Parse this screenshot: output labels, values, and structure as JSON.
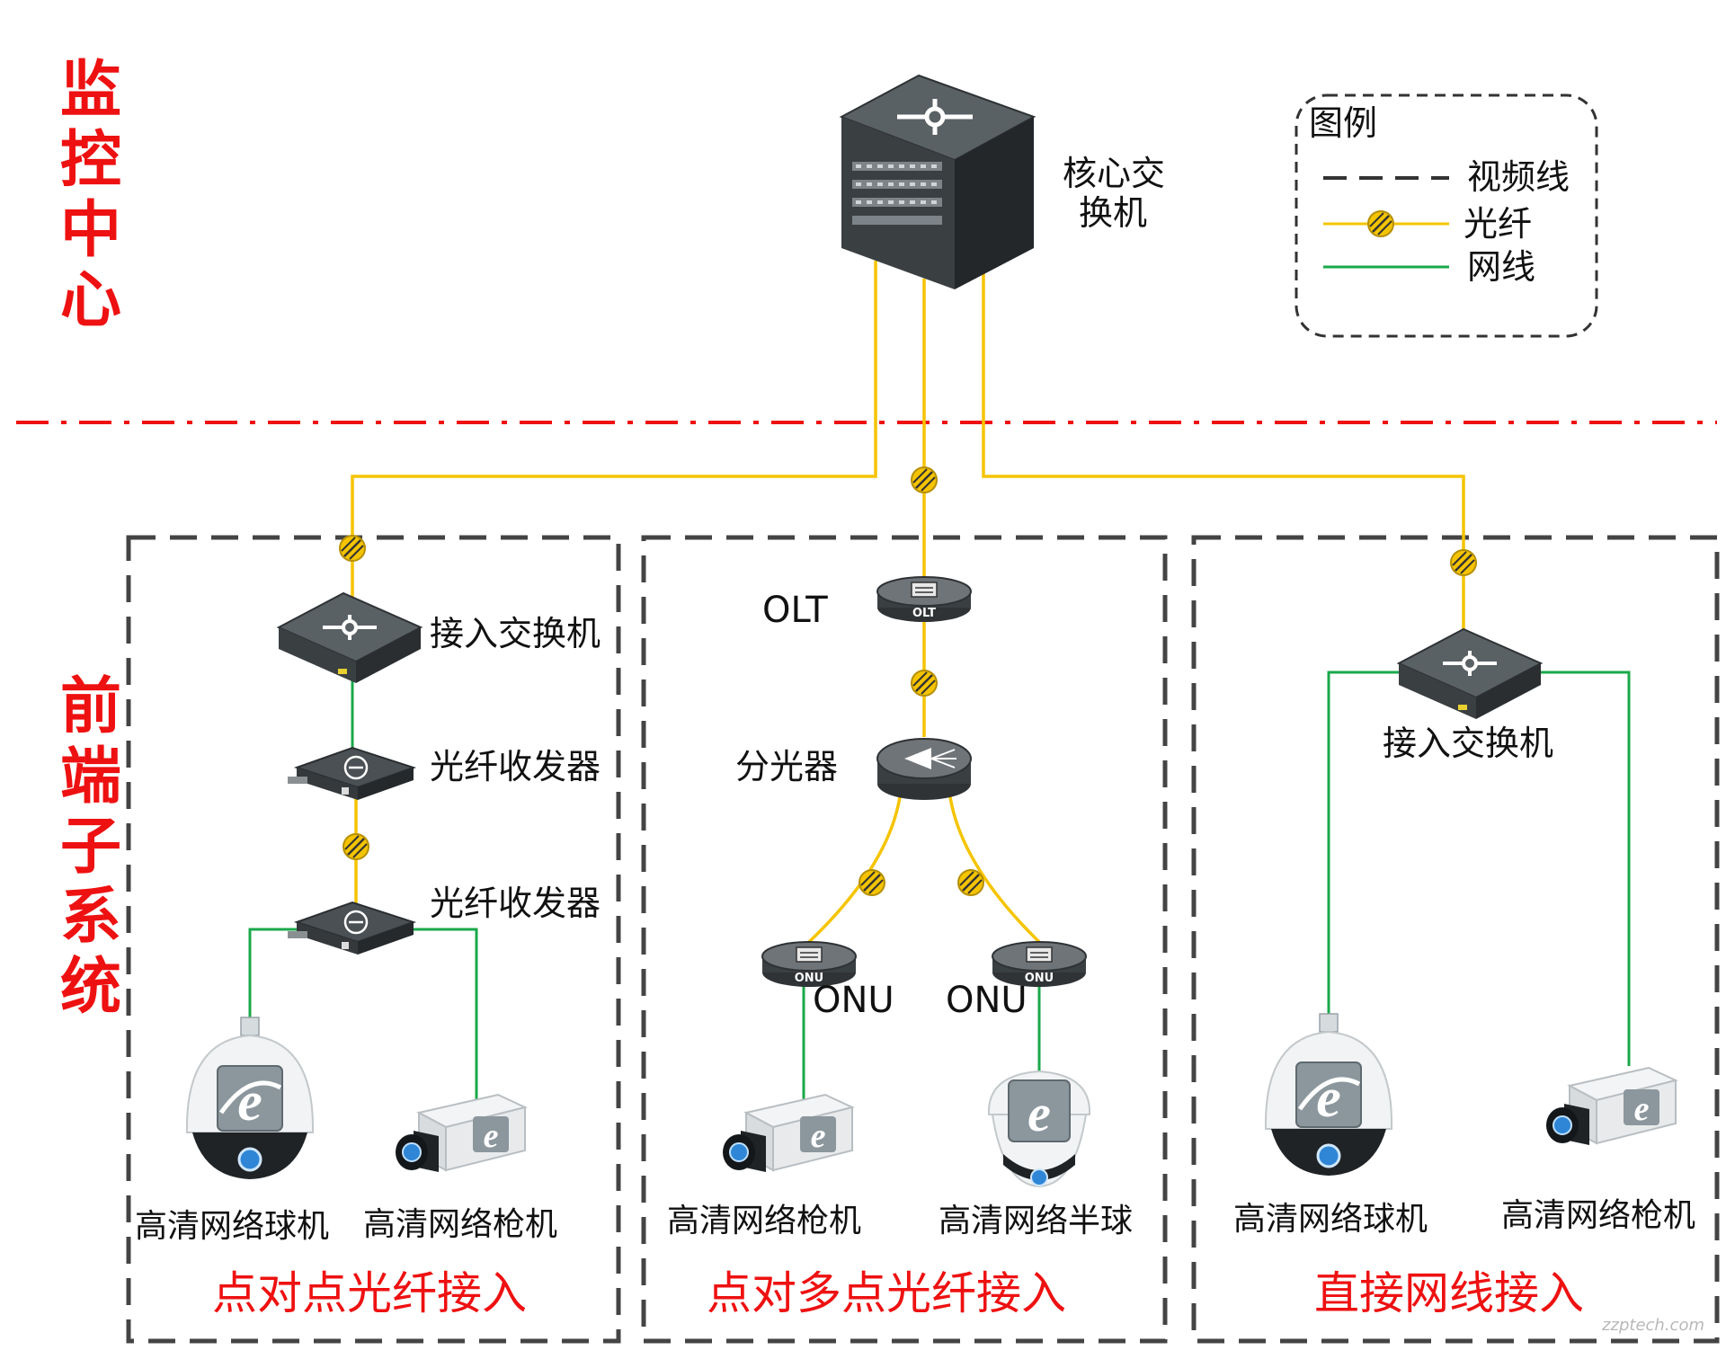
{
  "zones": {
    "monitoring_center": "监\n控\n中\n心",
    "front_subsystem": "前\n端\n子\n系\n统"
  },
  "core_switch": {
    "label_line1": "核心交",
    "label_line2": "换机"
  },
  "legend": {
    "title": "图例",
    "items": [
      {
        "label": "视频线",
        "style": "dashed",
        "color": "#333333"
      },
      {
        "label": "光纤",
        "style": "fiber",
        "color": "#f5c400"
      },
      {
        "label": "网线",
        "style": "cable",
        "color": "#1aa84a"
      }
    ]
  },
  "sections": {
    "p2p": {
      "title": "点对点光纤接入",
      "access_switch": "接入交换机",
      "transceiver_1": "光纤收发器",
      "transceiver_2": "光纤收发器",
      "camera_dome": "高清网络球机",
      "camera_gun": "高清网络枪机"
    },
    "p2mp": {
      "title": "点对多点光纤接入",
      "olt": "OLT",
      "olt_badge": "OLT",
      "splitter": "分光器",
      "onu_left": "ONU",
      "onu_right": "ONU",
      "onu_badge": "ONU",
      "camera_gun": "高清网络枪机",
      "camera_half_dome": "高清网络半球"
    },
    "direct": {
      "title": "直接网线接入",
      "access_switch": "接入交换机",
      "camera_dome": "高清网络球机",
      "camera_gun": "高清网络枪机"
    }
  },
  "watermark": "zzptech.com",
  "colors": {
    "fiber": "#f5c400",
    "cable": "#1aa84a",
    "accent": "#ee1111",
    "device": "#3d4245"
  }
}
